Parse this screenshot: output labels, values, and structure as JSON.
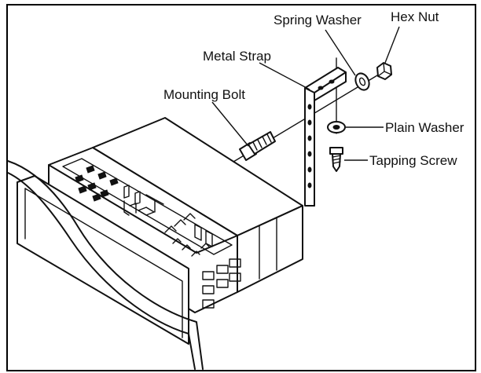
{
  "labels": {
    "spring_washer": "Spring Washer",
    "hex_nut": "Hex Nut",
    "metal_strap": "Metal Strap",
    "mounting_bolt": "Mounting Bolt",
    "plain_washer": "Plain Washer",
    "tapping_screw": "Tapping Screw"
  }
}
